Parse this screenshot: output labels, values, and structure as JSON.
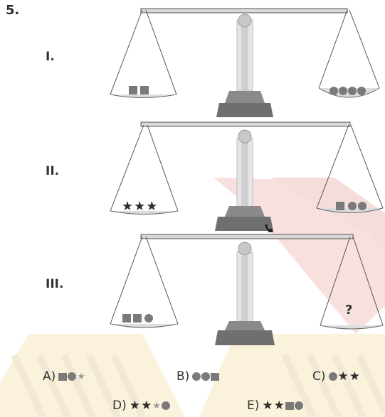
{
  "question": {
    "number": "5.",
    "scales": [
      {
        "label": "I.",
        "left_pan": [
          "square",
          "square"
        ],
        "right_pan": [
          "circle",
          "circle",
          "circle",
          "circle"
        ]
      },
      {
        "label": "II.",
        "left_pan": [
          "star",
          "star",
          "star"
        ],
        "right_pan": [
          "square",
          "circle",
          "circle"
        ]
      },
      {
        "label": "III.",
        "left_pan": [
          "square",
          "square",
          "circle"
        ],
        "right_pan_text": "?"
      }
    ],
    "options": [
      {
        "letter": "A)",
        "symbols": [
          "square",
          "circle",
          "star-faint"
        ]
      },
      {
        "letter": "B)",
        "symbols": [
          "circle",
          "circle",
          "square"
        ]
      },
      {
        "letter": "C)",
        "symbols": [
          "circle",
          "star",
          "star"
        ]
      },
      {
        "letter": "D)",
        "symbols": [
          "star",
          "star",
          "star-faint",
          "circle"
        ]
      },
      {
        "letter": "E)",
        "symbols": [
          "star",
          "star",
          "square",
          "circle"
        ]
      }
    ]
  },
  "colors": {
    "ink": "#2e2e2e",
    "shape": "#7a7a7a",
    "scale_base": "#6f6f6f",
    "watermark_red": "#d65a4a",
    "watermark_yellow": "#e7b93a"
  }
}
